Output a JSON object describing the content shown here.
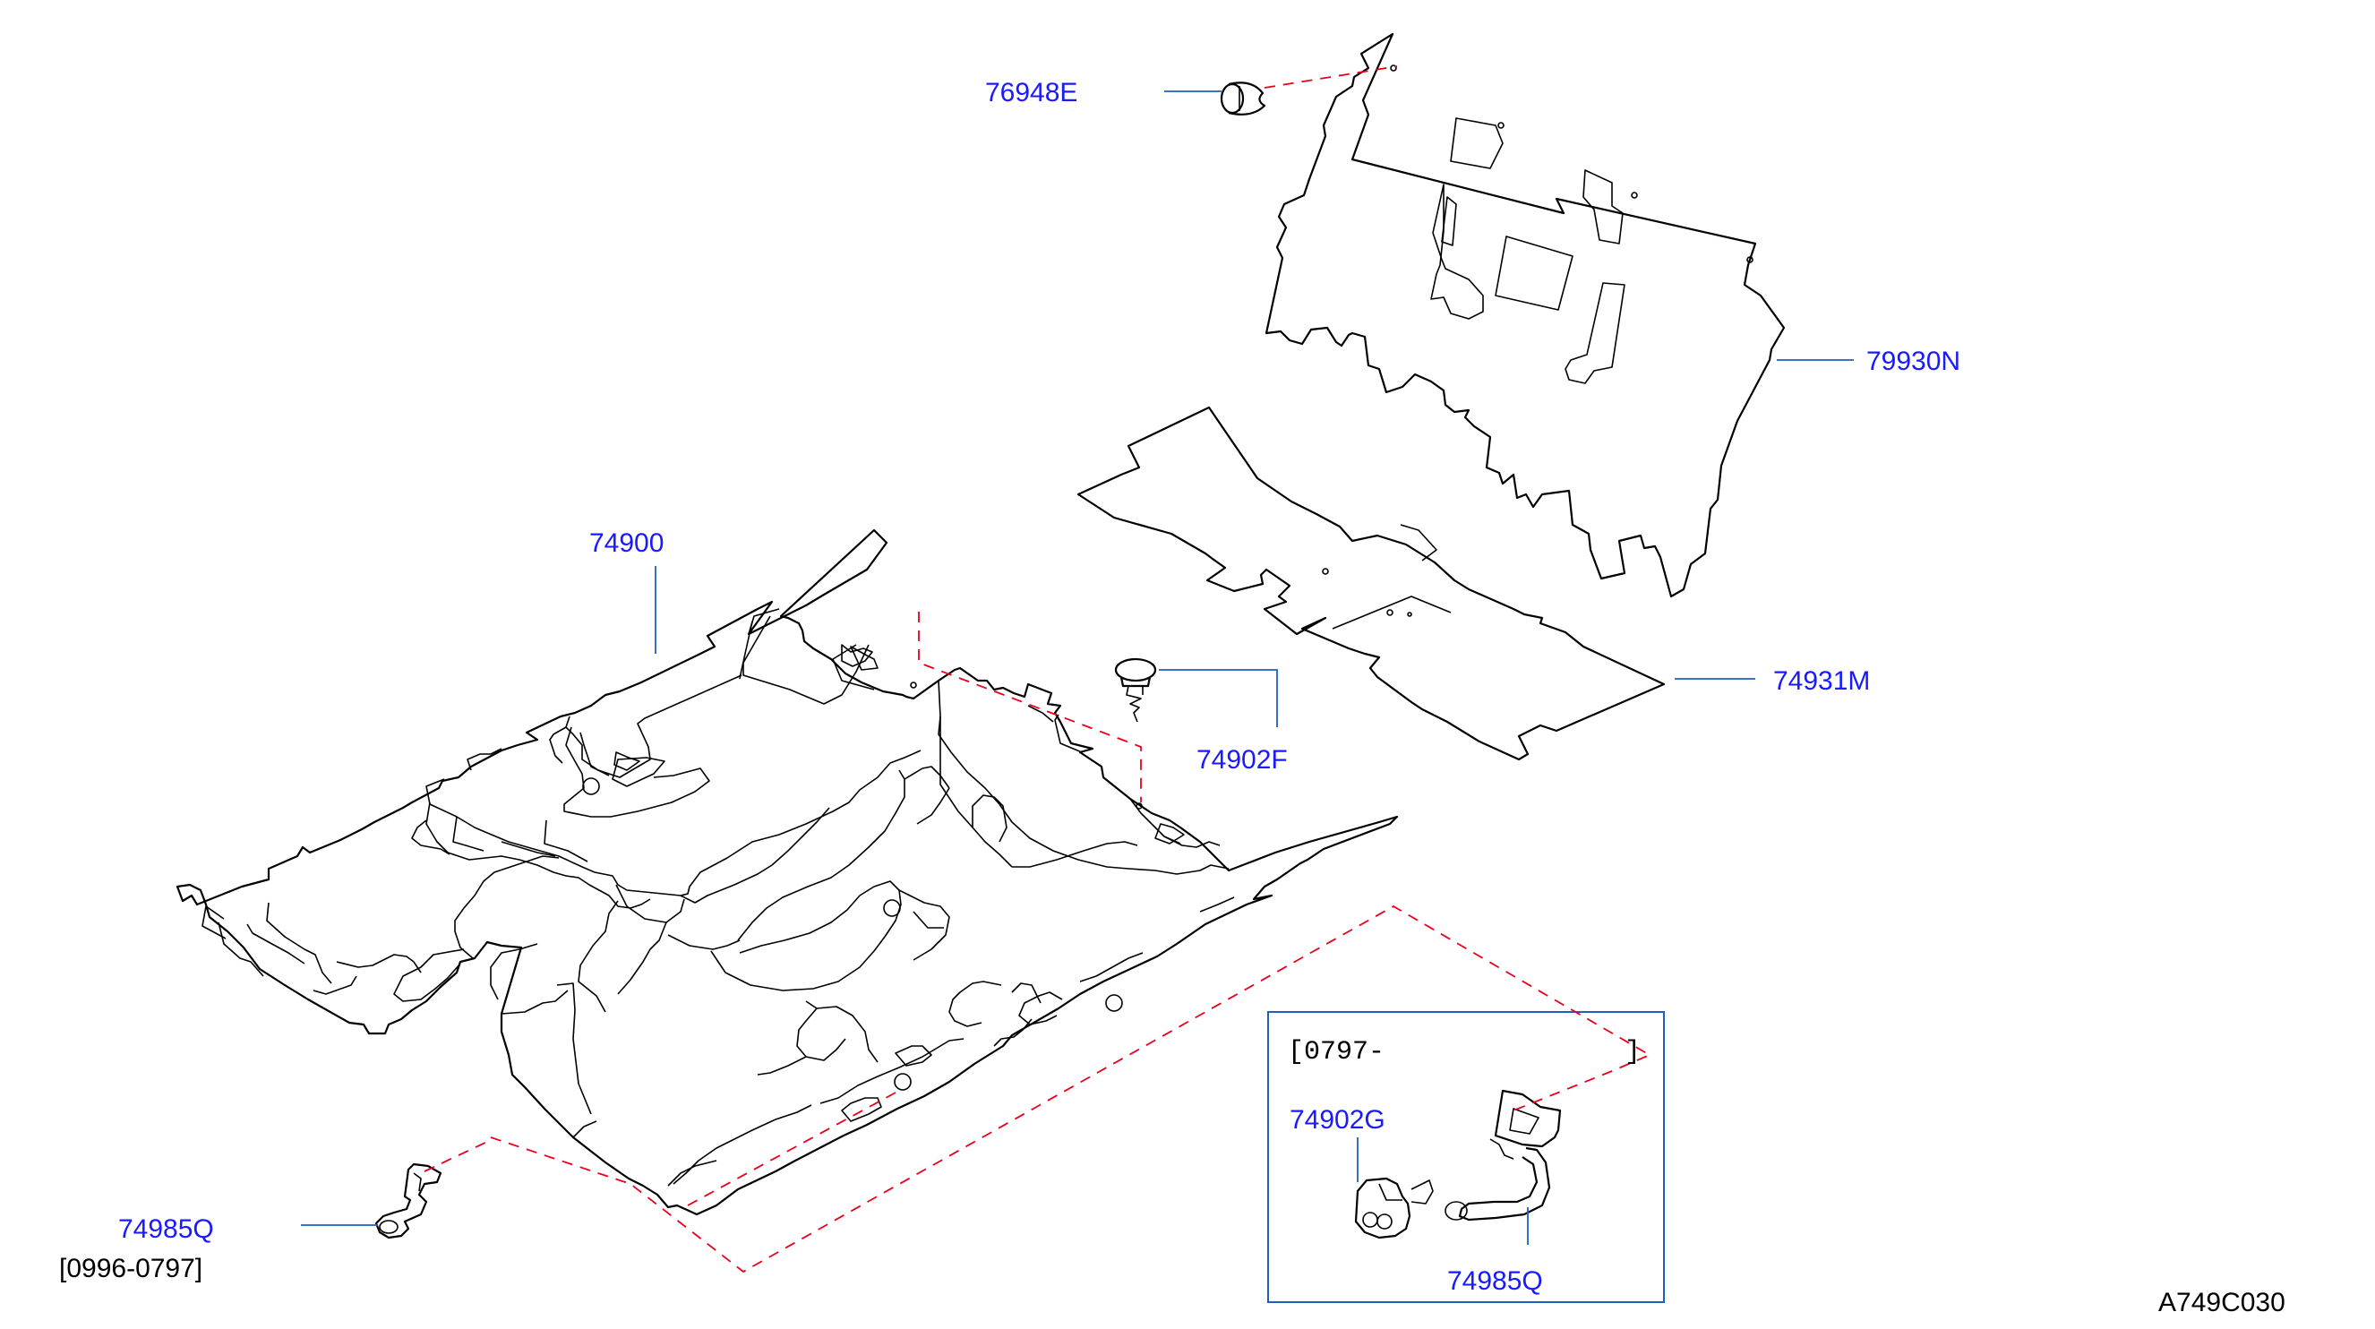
{
  "labels": {
    "clip_top": "76948E",
    "panel_rear": "79930N",
    "mat_rear": "74931M",
    "clip_mid": "74902F",
    "carpet_main": "74900",
    "hook_left": "74985Q",
    "hook_left_range": "[0996-0797]",
    "inset_range_start": "[0797-",
    "inset_range_end": "]",
    "inset_clip": "74902G",
    "inset_hook": "74985Q",
    "drawing_code": "A749C030"
  },
  "colors": {
    "label": "#1a1aff",
    "leader": "#1f5fbf",
    "dashed": "#e8001c",
    "outline": "#000000"
  }
}
